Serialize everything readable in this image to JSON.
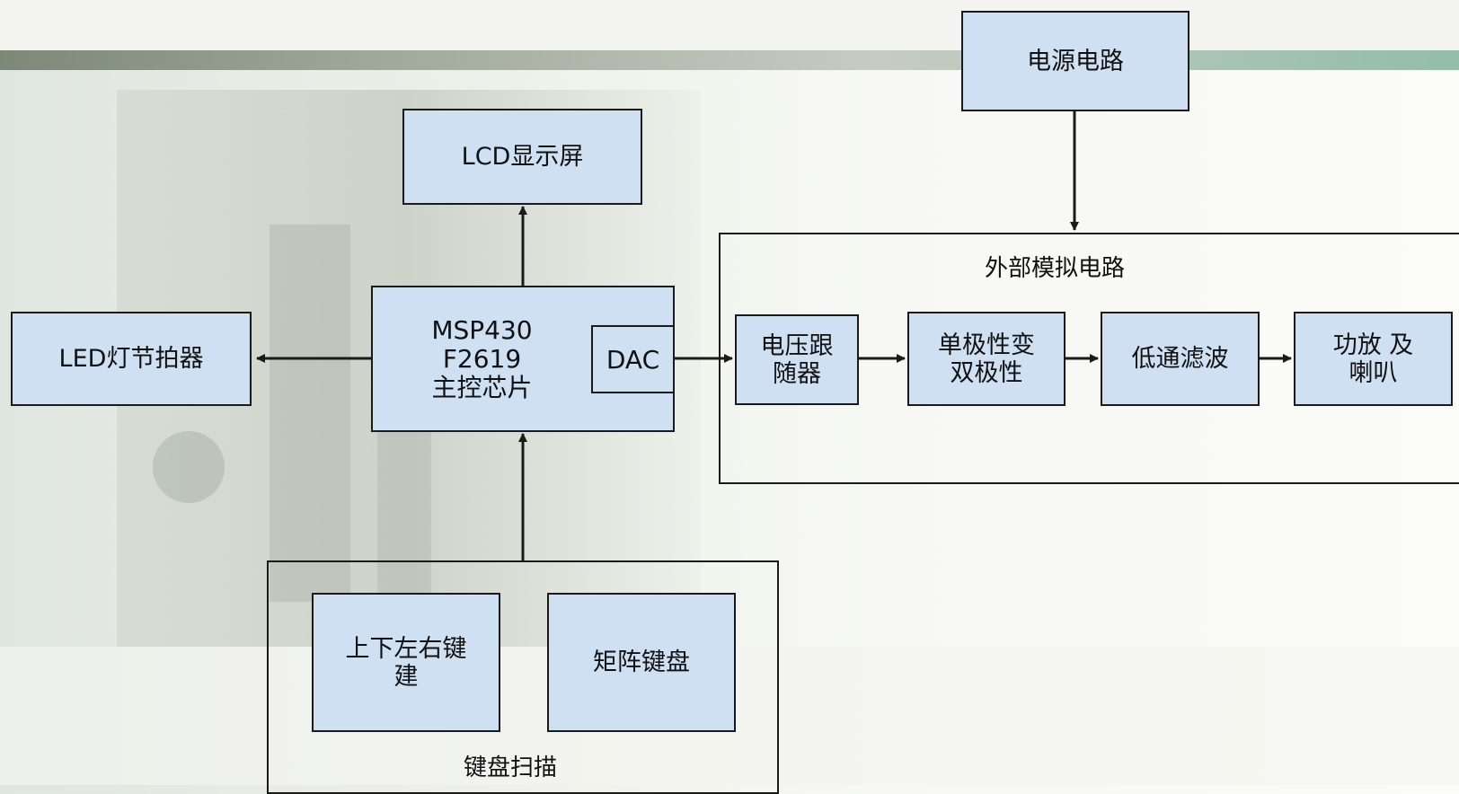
{
  "colors": {
    "block_fill": "#cfe0f3",
    "line": "#1a1a1a"
  },
  "blocks": {
    "power": "电源电路",
    "lcd": "LCD显示屏",
    "led": "LED灯节拍器",
    "mcu": [
      "MSP430",
      "F2619",
      "主控芯片"
    ],
    "dac": "DAC",
    "follower": [
      "电压跟",
      "随器"
    ],
    "bipolar": [
      "单极性变",
      "双极性"
    ],
    "lowpass": "低通滤波",
    "amp": [
      "功放 及",
      "喇叭"
    ],
    "arrow_keys": [
      "上下左右键",
      "建"
    ],
    "matrix_keys": "矩阵键盘"
  },
  "groups": {
    "analog": "外部模拟电路",
    "keyboard": "键盘扫描"
  }
}
